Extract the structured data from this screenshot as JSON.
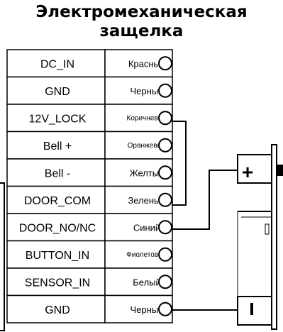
{
  "title": {
    "line1": "Электромеханическая",
    "line2": "защелка"
  },
  "rows": [
    {
      "terminal": "DC_IN",
      "wire_color": "Красный"
    },
    {
      "terminal": "GND",
      "wire_color": "Черный"
    },
    {
      "terminal": "12V_LOCK",
      "wire_color": "Коричневый"
    },
    {
      "terminal": "Bell +",
      "wire_color": "Оранжевый"
    },
    {
      "terminal": "Bell -",
      "wire_color": "Желтый"
    },
    {
      "terminal": "DOOR_COM",
      "wire_color": "Зеленый"
    },
    {
      "terminal": "DOOR_NO/NC",
      "wire_color": "Синий"
    },
    {
      "terminal": "BUTTON_IN",
      "wire_color": "Фиолетовый"
    },
    {
      "terminal": "SENSOR_IN",
      "wire_color": "Белый"
    },
    {
      "terminal": "GND",
      "wire_color": "Черный"
    }
  ],
  "lock": {
    "plus_label": "+",
    "minus_label": "-"
  },
  "colors": {
    "line": "#000000",
    "background": "#ffffff"
  }
}
